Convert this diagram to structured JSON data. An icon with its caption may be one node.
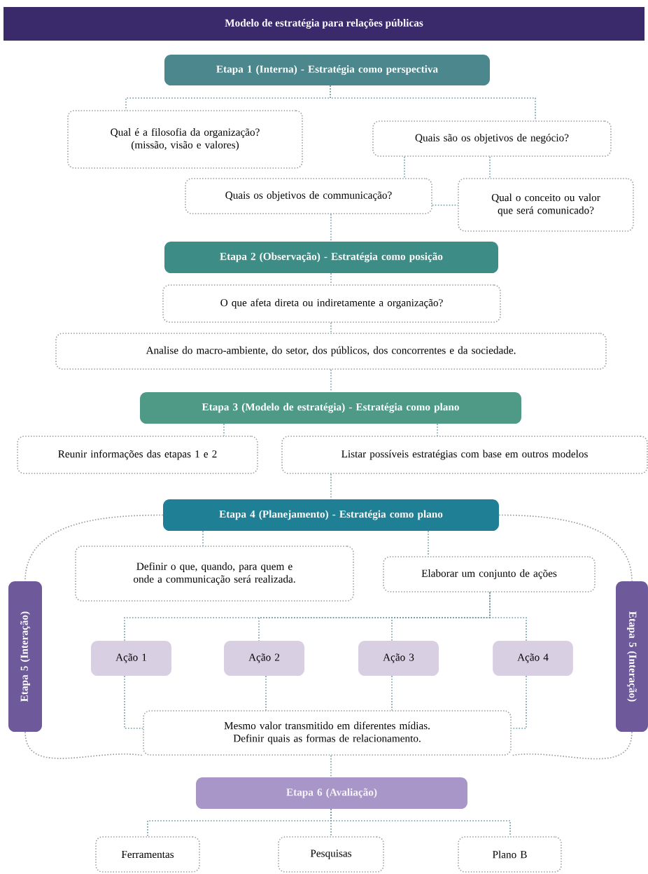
{
  "diagram": {
    "title": "Modelo de estratégia para relações públicas",
    "nodes": [
      {
        "text": [
          "Etapa 1 (Interna) - Estratégia como perspectiva"
        ]
      },
      {
        "text": [
          "Qual é a filosofia da organização? (missão, visão e valores)"
        ]
      },
      {
        "text": [
          "Quais são os objetivos de negócio?"
        ]
      },
      {
        "text": [
          "Quais os objetivos de communicação?"
        ]
      },
      {
        "text": [
          "Qual o conceito ou valor que será comunicado?"
        ]
      },
      {
        "text": [
          "Etapa 2 (Observação) - Estratégia como posição"
        ]
      },
      {
        "text": [
          "O que afeta direta ou indiretamente a organização?"
        ]
      },
      {
        "text": [
          "Analise do macro-ambiente, do setor, dos públicos, dos concorrentes e da sociedade."
        ]
      },
      {
        "text": [
          "Etapa 3 (Modelo de estratégia) - Estratégia como plano"
        ]
      },
      {
        "text": [
          "Reunir informações das etapas 1 e 2"
        ]
      },
      {
        "text": [
          "Listar possíveis estratégias com base em outros modelos"
        ]
      },
      {
        "text": [
          "Etapa 4 (Planejamento) - Estratégia como plano"
        ]
      },
      {
        "text": [
          "Definir o que, quando, para quem e onde a communicação será realizada."
        ]
      },
      {
        "text": [
          "Elaborar um conjunto de ações"
        ]
      },
      {
        "text": [
          "Ação 1"
        ]
      },
      {
        "text": [
          "Ação 2"
        ]
      },
      {
        "text": [
          "Ação 3"
        ]
      },
      {
        "text": [
          "Ação 4"
        ]
      },
      {
        "text": [
          "Mesmo valor transmitido em diferentes mídias. Definir quais as formas de relacionamento."
        ]
      },
      {
        "text": [
          "Etapa 5 (Interação)"
        ]
      },
      {
        "text": [
          "Etapa 5 (Interação)"
        ]
      },
      {
        "text": [
          "Etapa 6 (Avaliação)"
        ]
      },
      {
        "text": [
          "Ferramentas"
        ]
      },
      {
        "text": [
          "Pesquisas"
        ]
      },
      {
        "text": [
          "Plano B"
        ]
      }
    ],
    "edges": [
      {
        "from": 0,
        "to": 1,
        "arrow": "none"
      },
      {
        "from": 0,
        "to": 2,
        "arrow": "none"
      },
      {
        "from": 2,
        "to": 3,
        "arrow": "none"
      },
      {
        "from": 2,
        "to": 4,
        "arrow": "none"
      },
      {
        "from": 3,
        "to": 4,
        "arrow": "none"
      },
      {
        "from": 3,
        "to": 5,
        "arrow": "none"
      },
      {
        "from": 5,
        "to": 6,
        "arrow": "none"
      },
      {
        "from": 6,
        "to": 7,
        "arrow": "none"
      },
      {
        "from": 7,
        "to": 8,
        "arrow": "none"
      },
      {
        "from": 8,
        "to": 9,
        "arrow": "none"
      },
      {
        "from": 8,
        "to": 10,
        "arrow": "none"
      },
      {
        "from": 10,
        "to": 11,
        "arrow": "none"
      },
      {
        "from": 11,
        "to": 12,
        "arrow": "none"
      },
      {
        "from": 11,
        "to": 13,
        "arrow": "none"
      },
      {
        "from": 13,
        "to": 14,
        "arrow": "none"
      },
      {
        "from": 13,
        "to": 15,
        "arrow": "none"
      },
      {
        "from": 13,
        "to": 16,
        "arrow": "none"
      },
      {
        "from": 13,
        "to": 17,
        "arrow": "none"
      },
      {
        "from": 14,
        "to": 18,
        "arrow": "none"
      },
      {
        "from": 15,
        "to": 18,
        "arrow": "none"
      },
      {
        "from": 16,
        "to": 18,
        "arrow": "none"
      },
      {
        "from": 17,
        "to": 18,
        "arrow": "none"
      },
      {
        "from": 18,
        "to": 21,
        "arrow": "none"
      },
      {
        "from": 21,
        "to": 22,
        "arrow": "none"
      },
      {
        "from": 21,
        "to": 23,
        "arrow": "none"
      },
      {
        "from": 21,
        "to": 24,
        "arrow": "none"
      },
      {
        "from": 11,
        "to": 19,
        "arrow": "none"
      },
      {
        "from": 19,
        "to": 18,
        "arrow": "none"
      },
      {
        "from": 11,
        "to": 20,
        "arrow": "none"
      },
      {
        "from": 20,
        "to": 18,
        "arrow": "none"
      }
    ]
  }
}
